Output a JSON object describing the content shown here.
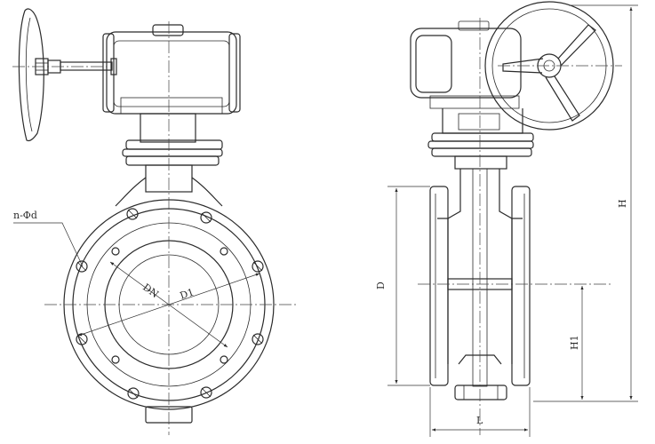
{
  "labels": {
    "holes": "n-Φd",
    "dn": "DN",
    "d1": "D1",
    "d": "D",
    "h": "H",
    "h1": "H1",
    "l": "L"
  },
  "colors": {
    "line": "#2b2b2b",
    "background": "#ffffff"
  }
}
